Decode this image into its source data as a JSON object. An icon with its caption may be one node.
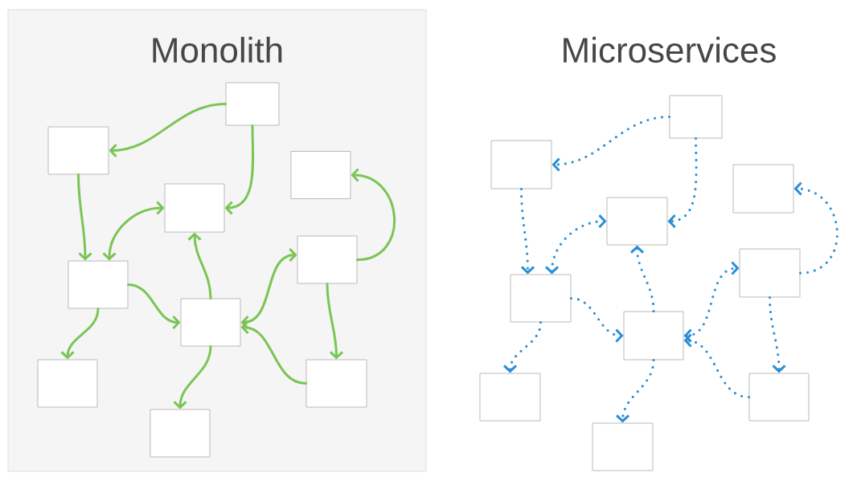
{
  "diagram": {
    "nodes": [
      {
        "text": [
          "Monolith"
        ]
      },
      {
        "text": [],
        "shape": "box",
        "in": 0
      },
      {
        "text": [],
        "shape": "box",
        "in": 0
      },
      {
        "text": [],
        "shape": "box",
        "in": 0
      },
      {
        "text": [],
        "shape": "box",
        "in": 0
      },
      {
        "text": [],
        "shape": "box",
        "in": 0
      },
      {
        "text": [],
        "shape": "box",
        "in": 0
      },
      {
        "text": [],
        "shape": "box",
        "in": 0
      },
      {
        "text": [],
        "shape": "box",
        "in": 0
      },
      {
        "text": [],
        "shape": "box",
        "in": 0
      },
      {
        "text": [],
        "shape": "box",
        "in": 0
      },
      {
        "text": [],
        "shape": "box"
      },
      {
        "text": [],
        "shape": "box"
      },
      {
        "text": [],
        "shape": "box"
      },
      {
        "text": [],
        "shape": "box"
      },
      {
        "text": [],
        "shape": "box"
      },
      {
        "text": [],
        "shape": "box"
      },
      {
        "text": [],
        "shape": "box"
      },
      {
        "text": [],
        "shape": "box"
      },
      {
        "text": [],
        "shape": "box"
      },
      {
        "text": [],
        "shape": "box"
      }
    ],
    "edges": [
      {
        "from": 1,
        "to": 2,
        "arrow": "to",
        "color": "#7ac555"
      },
      {
        "from": 1,
        "to": 3,
        "arrow": "to",
        "color": "#7ac555"
      },
      {
        "from": 2,
        "to": 6,
        "arrow": "to",
        "color": "#7ac555"
      },
      {
        "from": 6,
        "to": 3,
        "arrow": "both",
        "color": "#7ac555"
      },
      {
        "from": 6,
        "to": 7,
        "arrow": "to",
        "color": "#7ac555"
      },
      {
        "from": 6,
        "to": 8,
        "arrow": "to",
        "color": "#7ac555"
      },
      {
        "from": 7,
        "to": 3,
        "arrow": "to",
        "color": "#7ac555"
      },
      {
        "from": 7,
        "to": 10,
        "arrow": "to",
        "color": "#7ac555"
      },
      {
        "from": 7,
        "to": 5,
        "arrow": "both",
        "color": "#7ac555"
      },
      {
        "from": 9,
        "to": 7,
        "arrow": "to",
        "color": "#7ac555"
      },
      {
        "from": 5,
        "to": 4,
        "arrow": "to",
        "color": "#7ac555"
      },
      {
        "from": 5,
        "to": 9,
        "arrow": "to",
        "color": "#7ac555"
      },
      {
        "from": 11,
        "to": 12,
        "arrow": "to",
        "style": "dashed",
        "color": "#2a8fd5"
      },
      {
        "from": 11,
        "to": 13,
        "arrow": "to",
        "style": "dashed",
        "color": "#2a8fd5"
      },
      {
        "from": 12,
        "to": 16,
        "arrow": "to",
        "style": "dashed",
        "color": "#2a8fd5"
      },
      {
        "from": 16,
        "to": 13,
        "arrow": "both",
        "style": "dashed",
        "color": "#2a8fd5"
      },
      {
        "from": 16,
        "to": 17,
        "arrow": "to",
        "style": "dashed",
        "color": "#2a8fd5"
      },
      {
        "from": 16,
        "to": 18,
        "arrow": "to",
        "style": "dashed",
        "color": "#2a8fd5"
      },
      {
        "from": 17,
        "to": 13,
        "arrow": "to",
        "style": "dashed",
        "color": "#2a8fd5"
      },
      {
        "from": 17,
        "to": 20,
        "arrow": "to",
        "style": "dashed",
        "color": "#2a8fd5"
      },
      {
        "from": 17,
        "to": 15,
        "arrow": "both",
        "style": "dashed",
        "color": "#2a8fd5"
      },
      {
        "from": 19,
        "to": 17,
        "arrow": "to",
        "style": "dashed",
        "color": "#2a8fd5"
      },
      {
        "from": 15,
        "to": 14,
        "arrow": "to",
        "style": "dashed",
        "color": "#2a8fd5"
      },
      {
        "from": 15,
        "to": 19,
        "arrow": "to",
        "style": "dashed",
        "color": "#2a8fd5"
      }
    ],
    "labels": [
      "Microservices"
    ]
  }
}
